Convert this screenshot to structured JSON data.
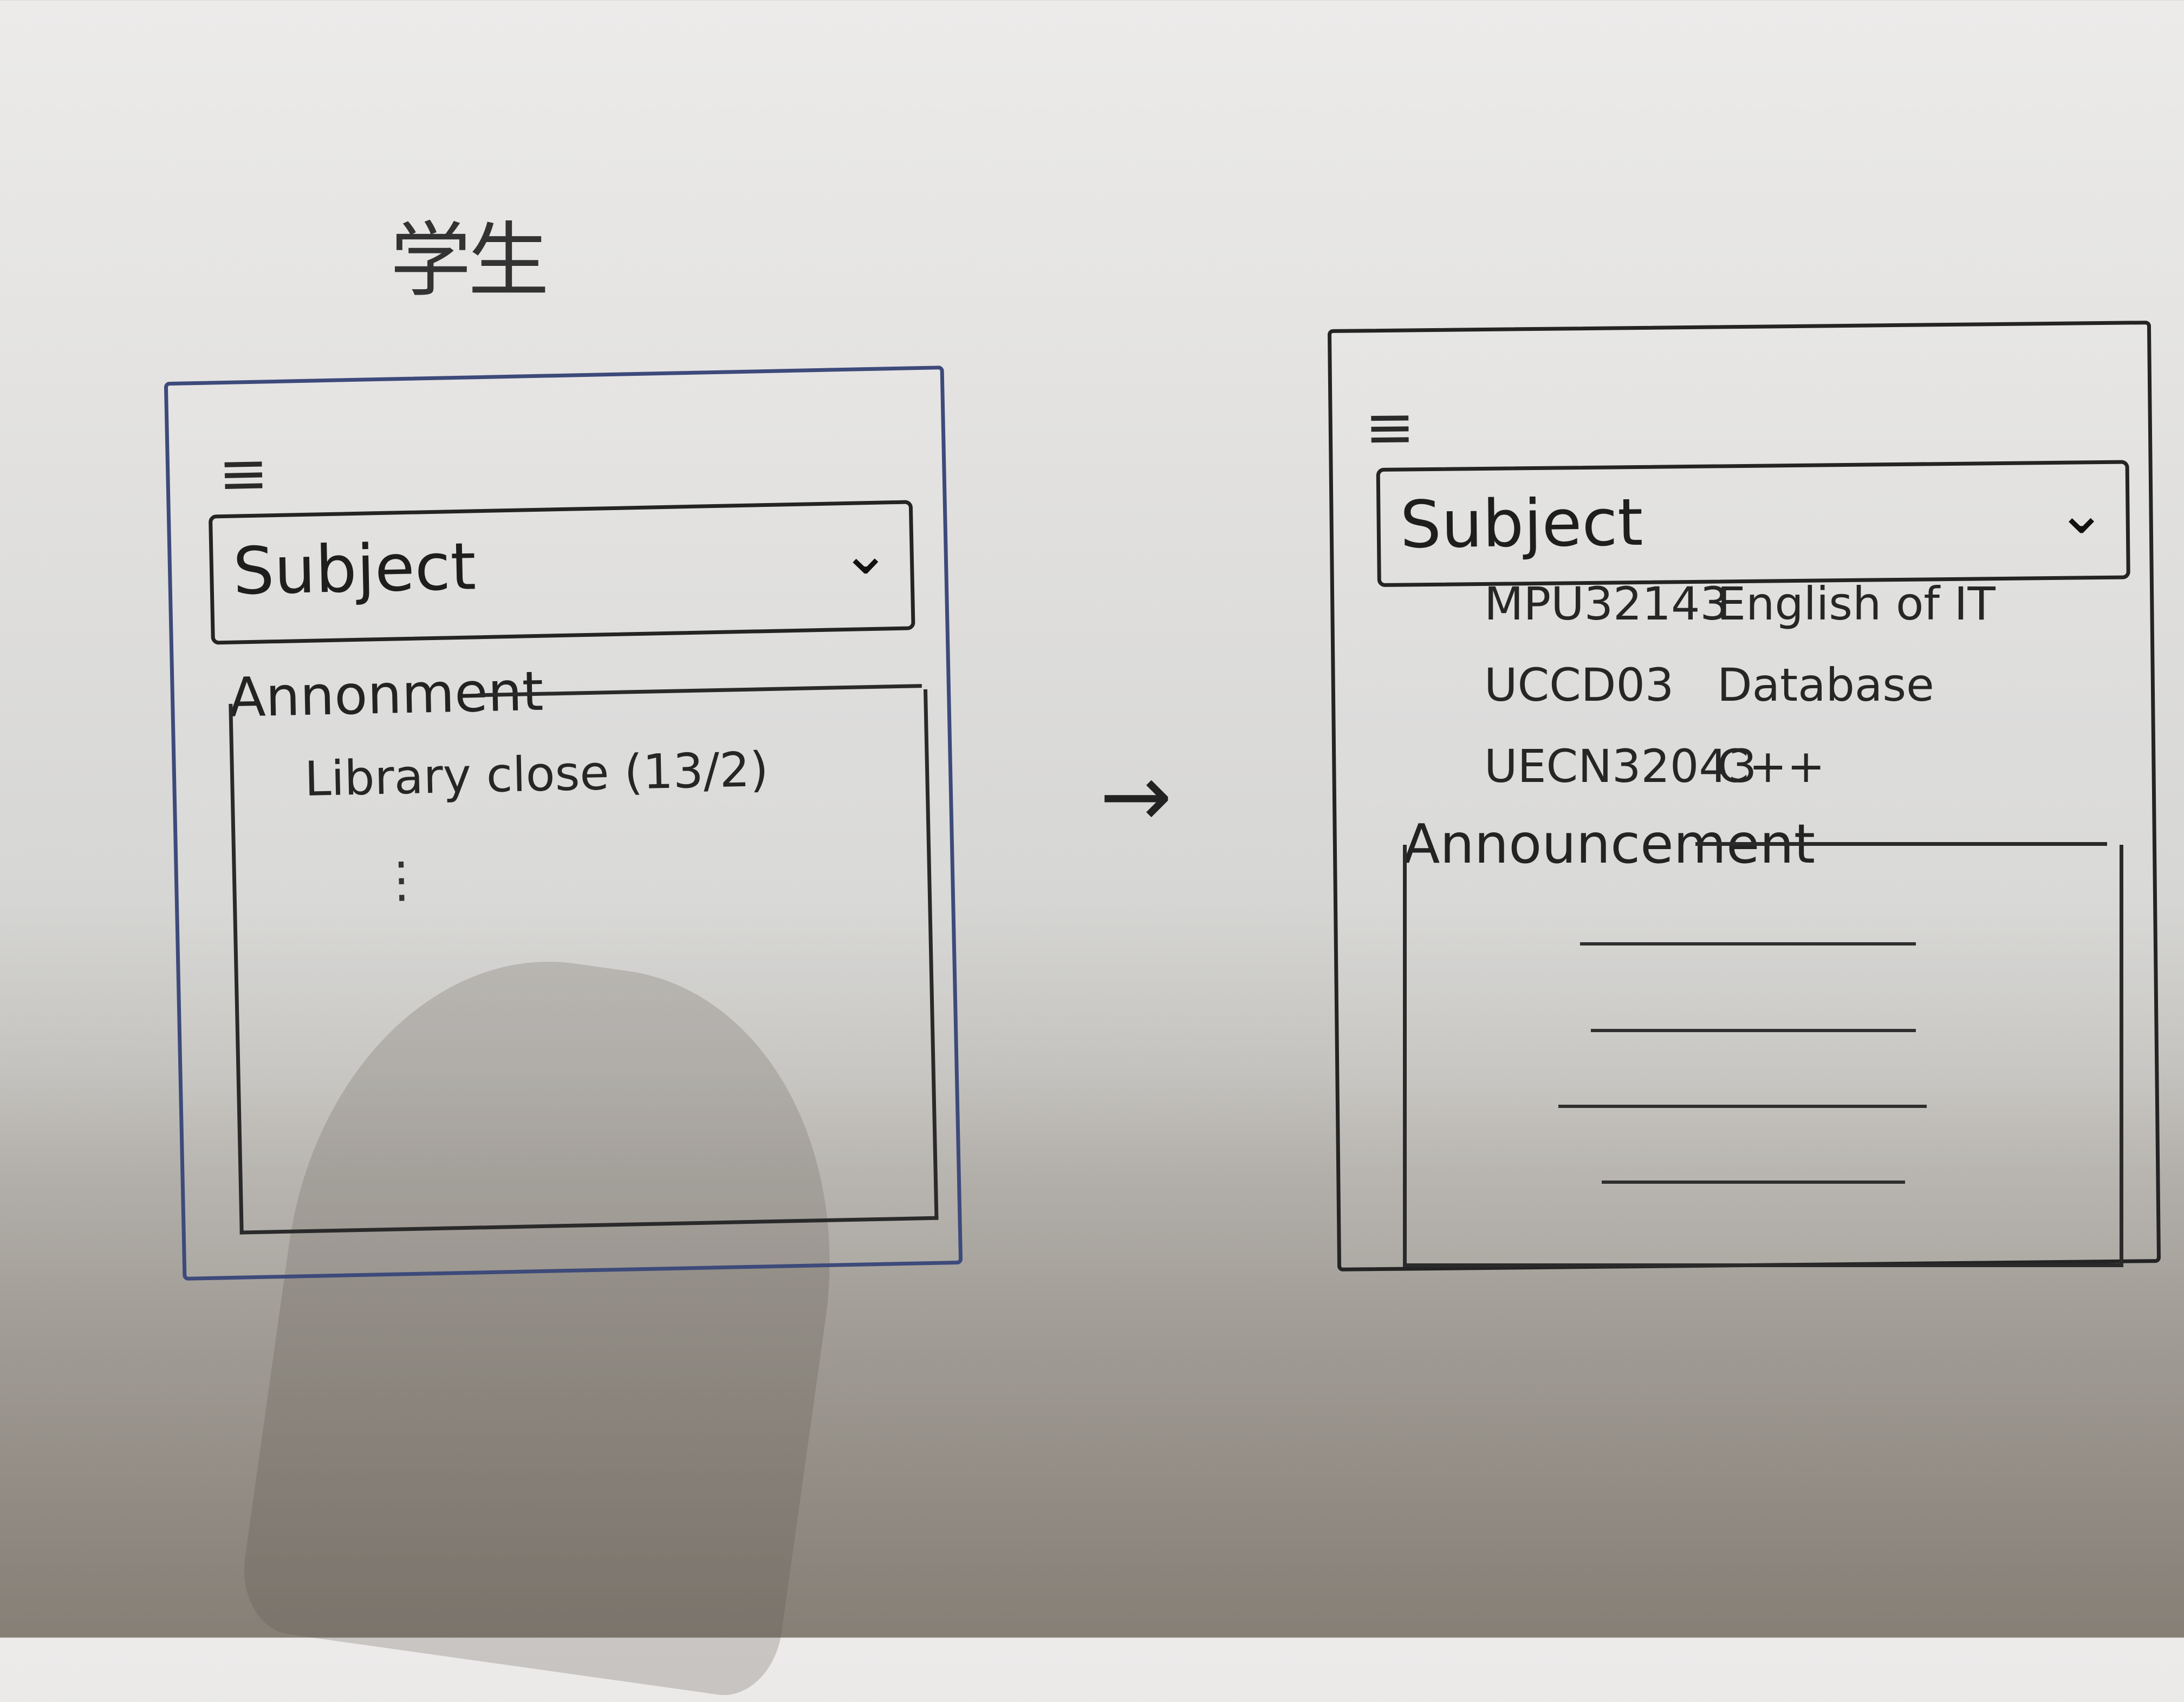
{
  "page": {
    "title": "学生"
  },
  "before_screen": {
    "menu_icon": "hamburger-icon",
    "dropdown_label": "Subject",
    "dropdown_icon": "chevron-down-icon",
    "announcement_heading": "Annonment",
    "announcement_item": "Library close (13/2)",
    "more_indicator": "⋮"
  },
  "transition": {
    "icon": "arrow-right-icon"
  },
  "after_screen": {
    "menu_icon": "hamburger-icon",
    "dropdown_label": "Subject",
    "dropdown_icon": "chevron-down-icon",
    "subjects": [
      {
        "code": "MPU32143",
        "name": "English of IT"
      },
      {
        "code": "UCCD03",
        "name": "Database"
      },
      {
        "code": "UECN32043",
        "name": "C++"
      }
    ],
    "announcement_heading": "Announcement"
  }
}
